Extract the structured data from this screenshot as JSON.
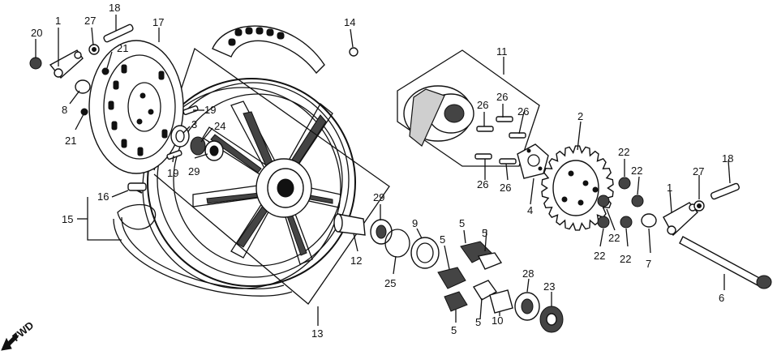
{
  "direction_label": "FWD",
  "labels": [
    "20",
    "1",
    "27",
    "18",
    "17",
    "21",
    "8",
    "21",
    "14",
    "19",
    "3",
    "24",
    "29",
    "19",
    "16",
    "15",
    "11",
    "26",
    "26",
    "26",
    "26",
    "26",
    "2",
    "22",
    "22",
    "18",
    "27",
    "1",
    "4",
    "22",
    "22",
    "22",
    "7",
    "6",
    "29",
    "9",
    "5",
    "5",
    "5",
    "5",
    "5",
    "12",
    "25",
    "28",
    "23",
    "10",
    "13"
  ]
}
